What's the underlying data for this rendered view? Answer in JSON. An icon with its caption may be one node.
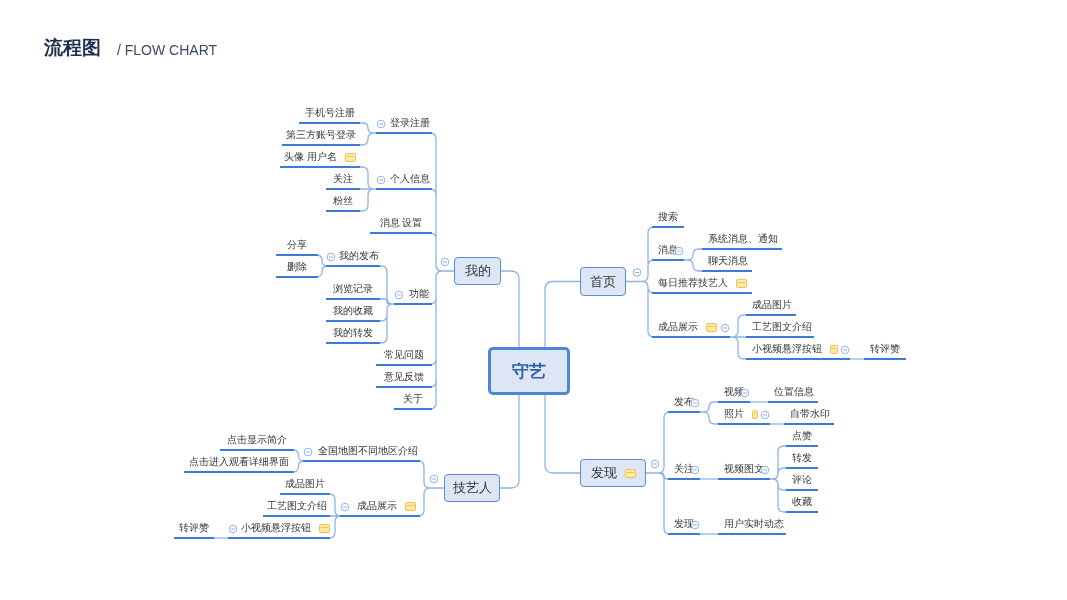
{
  "diagram": {
    "title": "流程图",
    "nodes": [
      {
        "text": [
          "守艺"
        ]
      },
      {
        "text": [
          "我的"
        ]
      },
      {
        "text": [
          "登录注册"
        ]
      },
      {
        "text": [
          "手机号注册"
        ]
      },
      {
        "text": [
          "第三方账号登录"
        ]
      },
      {
        "text": [
          "个人信息"
        ]
      },
      {
        "text": [
          "头像 用户名"
        ]
      },
      {
        "text": [
          "关注"
        ]
      },
      {
        "text": [
          "粉丝"
        ]
      },
      {
        "text": [
          "消息 设置"
        ]
      },
      {
        "text": [
          "功能"
        ]
      },
      {
        "text": [
          "我的发布"
        ]
      },
      {
        "text": [
          "分享"
        ]
      },
      {
        "text": [
          "删除"
        ]
      },
      {
        "text": [
          "浏览记录"
        ]
      },
      {
        "text": [
          "我的收藏"
        ]
      },
      {
        "text": [
          "我的转发"
        ]
      },
      {
        "text": [
          "常见问题"
        ]
      },
      {
        "text": [
          "意见反馈"
        ]
      },
      {
        "text": [
          "关于"
        ]
      },
      {
        "text": [
          "技艺人"
        ]
      },
      {
        "text": [
          "全国地图不同地区介绍"
        ]
      },
      {
        "text": [
          "点击显示简介"
        ]
      },
      {
        "text": [
          "点击进入观看详细界面"
        ]
      },
      {
        "text": [
          "成品展示"
        ]
      },
      {
        "text": [
          "成品图片"
        ]
      },
      {
        "text": [
          "工艺图文介绍"
        ]
      },
      {
        "text": [
          "小视频悬浮按钮"
        ]
      },
      {
        "text": [
          "转评赞"
        ]
      },
      {
        "text": [
          "首页"
        ]
      },
      {
        "text": [
          "搜索"
        ]
      },
      {
        "text": [
          "消息"
        ]
      },
      {
        "text": [
          "系统消息、通知"
        ]
      },
      {
        "text": [
          "聊天消息"
        ]
      },
      {
        "text": [
          "每日推荐技艺人"
        ]
      },
      {
        "text": [
          "成品展示"
        ]
      },
      {
        "text": [
          "成品图片"
        ]
      },
      {
        "text": [
          "工艺图文介绍"
        ]
      },
      {
        "text": [
          "小视频悬浮按钮"
        ]
      },
      {
        "text": [
          "转评赞"
        ]
      },
      {
        "text": [
          "发现"
        ]
      },
      {
        "text": [
          "发布"
        ]
      },
      {
        "text": [
          "视频"
        ]
      },
      {
        "text": [
          "位置信息"
        ]
      },
      {
        "text": [
          "照片"
        ]
      },
      {
        "text": [
          "自带水印"
        ]
      },
      {
        "text": [
          "关注"
        ]
      },
      {
        "text": [
          "视频图文"
        ]
      },
      {
        "text": [
          "点赞"
        ]
      },
      {
        "text": [
          "转发"
        ]
      },
      {
        "text": [
          "评论"
        ]
      },
      {
        "text": [
          "收藏"
        ]
      },
      {
        "text": [
          "发现"
        ]
      },
      {
        "text": [
          "用户实时动态"
        ]
      }
    ],
    "edges": [
      {
        "from": 0,
        "to": 1,
        "arrow": "none"
      },
      {
        "from": 1,
        "to": 2,
        "arrow": "none"
      },
      {
        "from": 2,
        "to": 3,
        "arrow": "none"
      },
      {
        "from": 2,
        "to": 4,
        "arrow": "none"
      },
      {
        "from": 1,
        "to": 5,
        "arrow": "none"
      },
      {
        "from": 5,
        "to": 6,
        "arrow": "none"
      },
      {
        "from": 5,
        "to": 7,
        "arrow": "none"
      },
      {
        "from": 5,
        "to": 8,
        "arrow": "none"
      },
      {
        "from": 1,
        "to": 9,
        "arrow": "none"
      },
      {
        "from": 1,
        "to": 10,
        "arrow": "none"
      },
      {
        "from": 10,
        "to": 11,
        "arrow": "none"
      },
      {
        "from": 11,
        "to": 12,
        "arrow": "none"
      },
      {
        "from": 11,
        "to": 13,
        "arrow": "none"
      },
      {
        "from": 10,
        "to": 14,
        "arrow": "none"
      },
      {
        "from": 10,
        "to": 15,
        "arrow": "none"
      },
      {
        "from": 10,
        "to": 16,
        "arrow": "none"
      },
      {
        "from": 1,
        "to": 17,
        "arrow": "none"
      },
      {
        "from": 1,
        "to": 18,
        "arrow": "none"
      },
      {
        "from": 1,
        "to": 19,
        "arrow": "none"
      },
      {
        "from": 0,
        "to": 20,
        "arrow": "none"
      },
      {
        "from": 20,
        "to": 21,
        "arrow": "none"
      },
      {
        "from": 21,
        "to": 22,
        "arrow": "none"
      },
      {
        "from": 21,
        "to": 23,
        "arrow": "none"
      },
      {
        "from": 20,
        "to": 24,
        "arrow": "none"
      },
      {
        "from": 24,
        "to": 25,
        "arrow": "none"
      },
      {
        "from": 24,
        "to": 26,
        "arrow": "none"
      },
      {
        "from": 24,
        "to": 27,
        "arrow": "none"
      },
      {
        "from": 27,
        "to": 28,
        "arrow": "none"
      },
      {
        "from": 0,
        "to": 29,
        "arrow": "none"
      },
      {
        "from": 29,
        "to": 30,
        "arrow": "none"
      },
      {
        "from": 29,
        "to": 31,
        "arrow": "none"
      },
      {
        "from": 31,
        "to": 32,
        "arrow": "none"
      },
      {
        "from": 31,
        "to": 33,
        "arrow": "none"
      },
      {
        "from": 29,
        "to": 34,
        "arrow": "none"
      },
      {
        "from": 29,
        "to": 35,
        "arrow": "none"
      },
      {
        "from": 35,
        "to": 36,
        "arrow": "none"
      },
      {
        "from": 35,
        "to": 37,
        "arrow": "none"
      },
      {
        "from": 35,
        "to": 38,
        "arrow": "none"
      },
      {
        "from": 38,
        "to": 39,
        "arrow": "none"
      },
      {
        "from": 0,
        "to": 40,
        "arrow": "none"
      },
      {
        "from": 40,
        "to": 41,
        "arrow": "none"
      },
      {
        "from": 41,
        "to": 42,
        "arrow": "none"
      },
      {
        "from": 42,
        "to": 43,
        "arrow": "none"
      },
      {
        "from": 41,
        "to": 44,
        "arrow": "none"
      },
      {
        "from": 44,
        "to": 45,
        "arrow": "none"
      },
      {
        "from": 40,
        "to": 46,
        "arrow": "none"
      },
      {
        "from": 46,
        "to": 47,
        "arrow": "none"
      },
      {
        "from": 47,
        "to": 48,
        "arrow": "none"
      },
      {
        "from": 47,
        "to": 49,
        "arrow": "none"
      },
      {
        "from": 47,
        "to": 50,
        "arrow": "none"
      },
      {
        "from": 47,
        "to": 51,
        "arrow": "none"
      },
      {
        "from": 40,
        "to": 52,
        "arrow": "none"
      },
      {
        "from": 52,
        "to": 53,
        "arrow": "none"
      }
    ],
    "labels": [
      "/ FLOW CHART"
    ]
  }
}
